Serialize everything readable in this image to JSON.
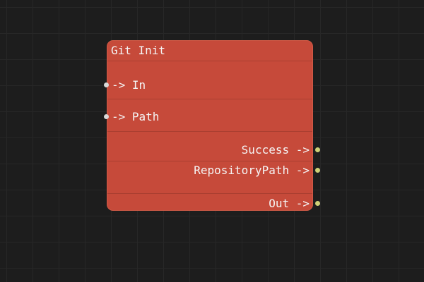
{
  "canvas": {
    "bg_color": "#1d1d1d",
    "grid_color": "#272727"
  },
  "node": {
    "title": "Git Init",
    "body_color": "#c64a3a",
    "text_color": "#f5f5f5",
    "inputs": [
      {
        "name": "In",
        "label": "-> In"
      },
      {
        "name": "Path",
        "label": "-> Path"
      }
    ],
    "outputs": [
      {
        "name": "Success",
        "label": "Success ->"
      },
      {
        "name": "RepositoryPath",
        "label": "RepositoryPath ->"
      },
      {
        "name": "Out",
        "label": "Out ->"
      }
    ],
    "port_colors": {
      "input": "#d9d9d9",
      "output": "#cdd077"
    }
  }
}
